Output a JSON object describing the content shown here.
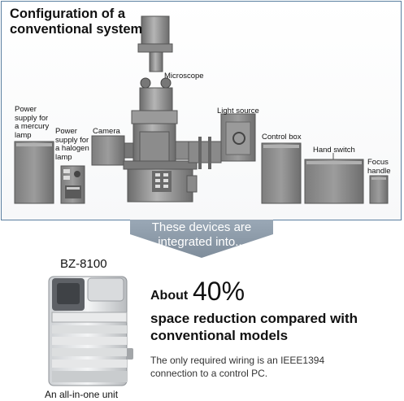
{
  "diagram": {
    "title": "Configuration of a\nconventional system",
    "labels": {
      "mercury_psu": "Power\nsupply for\na mercury\nlamp",
      "halogen_psu": "Power\nsupply for\na halogen\nlamp",
      "camera": "Camera",
      "microscope": "Microscope",
      "light_source": "Light source",
      "control_box": "Control box",
      "hand_switch": "Hand switch",
      "focus_handle": "Focus\nhandle"
    }
  },
  "arrow": {
    "text": "These devices are\nintegrated into..."
  },
  "product": {
    "name": "BZ-8100",
    "caption": "An all-in-one unit"
  },
  "benefit": {
    "prefix": "About",
    "value": "40%",
    "headline": "space reduction compared with\nconventional models",
    "subtext": "The only required wiring is an IEEE1394\nconnection to a control PC."
  }
}
